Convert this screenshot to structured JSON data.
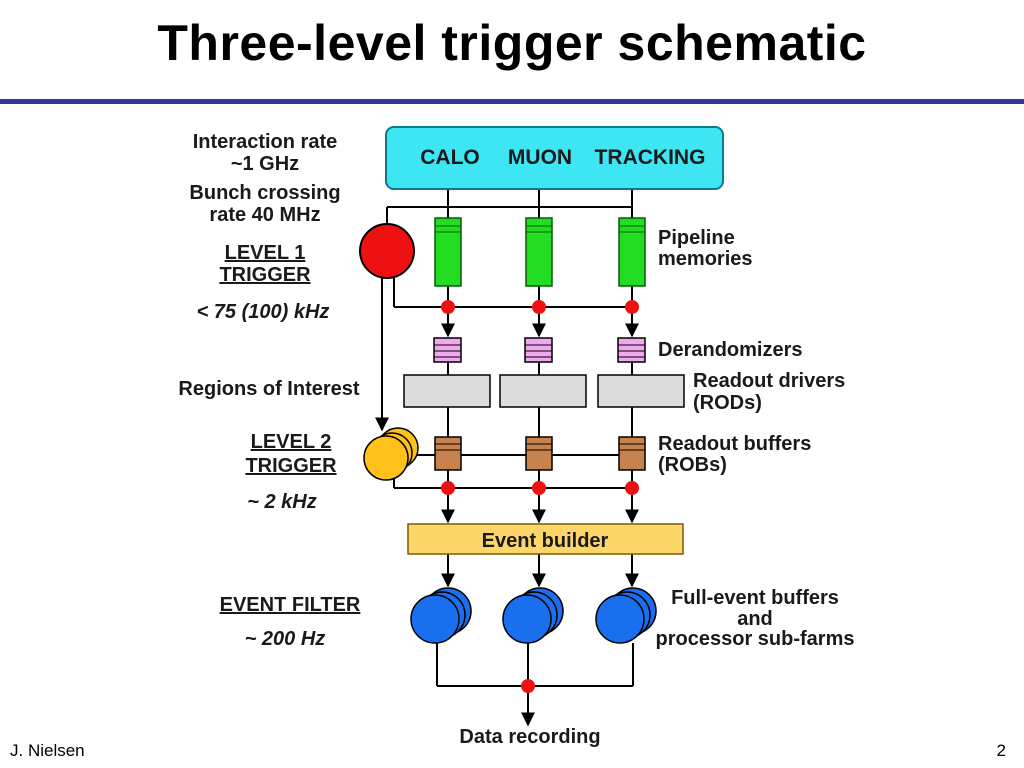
{
  "slide": {
    "title": "Three-level trigger schematic",
    "author": "J. Nielsen",
    "page_number": "2"
  },
  "left_labels": {
    "interaction_rate_1": "Interaction rate",
    "interaction_rate_2": "~1 GHz",
    "bunch_crossing_1": "Bunch crossing",
    "bunch_crossing_2": "rate 40 MHz",
    "level1_1": "LEVEL 1",
    "level1_2": "TRIGGER",
    "level1_rate": "< 75 (100) kHz",
    "regions_of_interest": "Regions of Interest",
    "level2_1": "LEVEL 2",
    "level2_2": "TRIGGER",
    "level2_rate": "~ 2 kHz",
    "event_filter": "EVENT FILTER",
    "event_filter_rate": "~ 200 Hz"
  },
  "detector_box": {
    "calo": "CALO",
    "muon": "MUON",
    "tracking": "TRACKING"
  },
  "right_labels": {
    "pipeline_1": "Pipeline",
    "pipeline_2": "memories",
    "derandomizers": "Derandomizers",
    "rods_1": "Readout drivers",
    "rods_2": "(RODs)",
    "robs_1": "Readout buffers",
    "robs_2": "(ROBs)",
    "farms_1": "Full-event buffers",
    "farms_2": "and",
    "farms_3": "processor sub-farms"
  },
  "event_builder": "Event builder",
  "data_recording": "Data recording",
  "colors": {
    "detector_fill": "#3ee6f4",
    "pipeline_fill": "#22dd22",
    "derandomizer_fill": "#f0a8ee",
    "rod_fill": "#dcdcdc",
    "rob_fill": "#c8824e",
    "event_builder_fill": "#fcd668",
    "level1_fill": "#ee1111",
    "level2_fill": "#ffc11a",
    "farm_fill": "#1a6fee",
    "junction_fill": "#ee1111",
    "title_rule": "#353599"
  }
}
